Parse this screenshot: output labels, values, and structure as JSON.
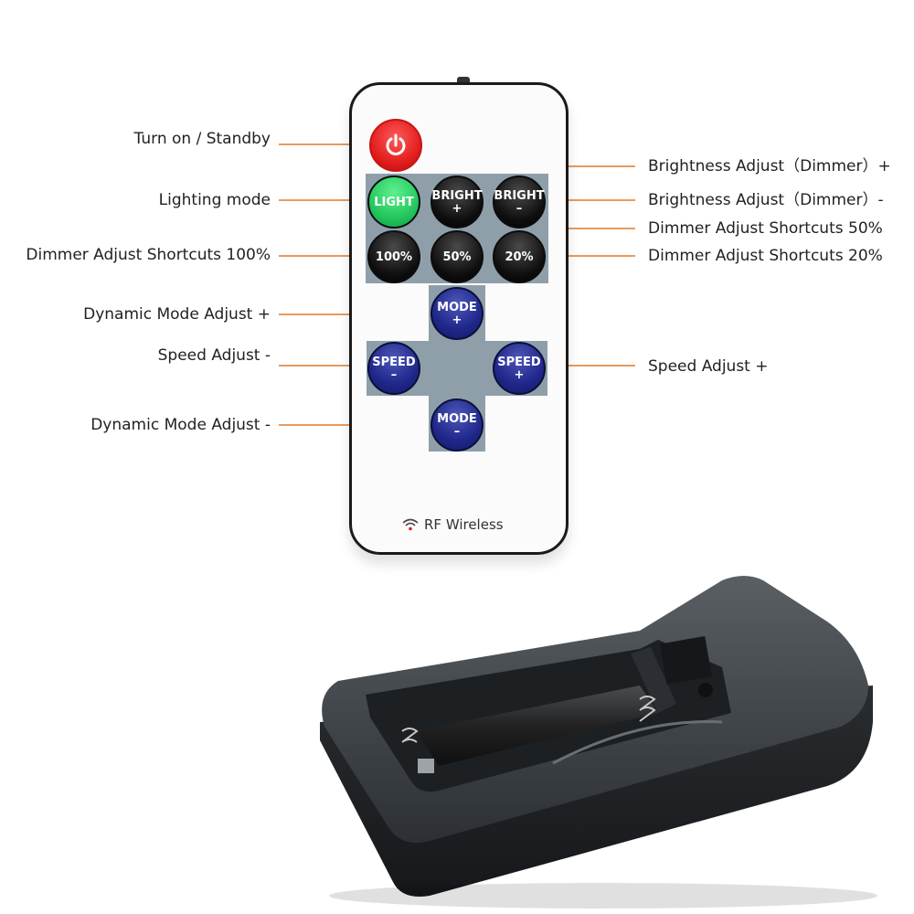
{
  "labels": {
    "turn_on": "Turn on / Standby",
    "lighting_mode": "Lighting mode",
    "dimmer_100": "Dimmer Adjust Shortcuts 100%",
    "dynamic_plus": "Dynamic Mode Adjust +",
    "speed_minus": "Speed Adjust -",
    "dynamic_minus": "Dynamic Mode Adjust -",
    "bright_plus": "Brightness Adjust（Dimmer）+",
    "bright_minus": "Brightness Adjust（Dimmer）-",
    "dimmer_50": "Dimmer Adjust Shortcuts 50%",
    "dimmer_20": "Dimmer Adjust Shortcuts 20%",
    "speed_plus": "Speed Adjust +"
  },
  "buttons": {
    "light": "LIGHT",
    "bright": "BRIGHT",
    "plus": "+",
    "minus": "–",
    "p100": "100%",
    "p50": "50%",
    "p20": "20%",
    "mode": "MODE",
    "speed": "SPEED"
  },
  "footer": {
    "rf_wireless": "RF Wireless"
  },
  "icons": [
    "power-icon",
    "wifi-icon"
  ],
  "colors": {
    "leader_line": "#e07a2a",
    "panel": "#8e9faa",
    "power": "#e11b1b",
    "light": "#1fc45a",
    "mode_speed": "#1f278a"
  }
}
